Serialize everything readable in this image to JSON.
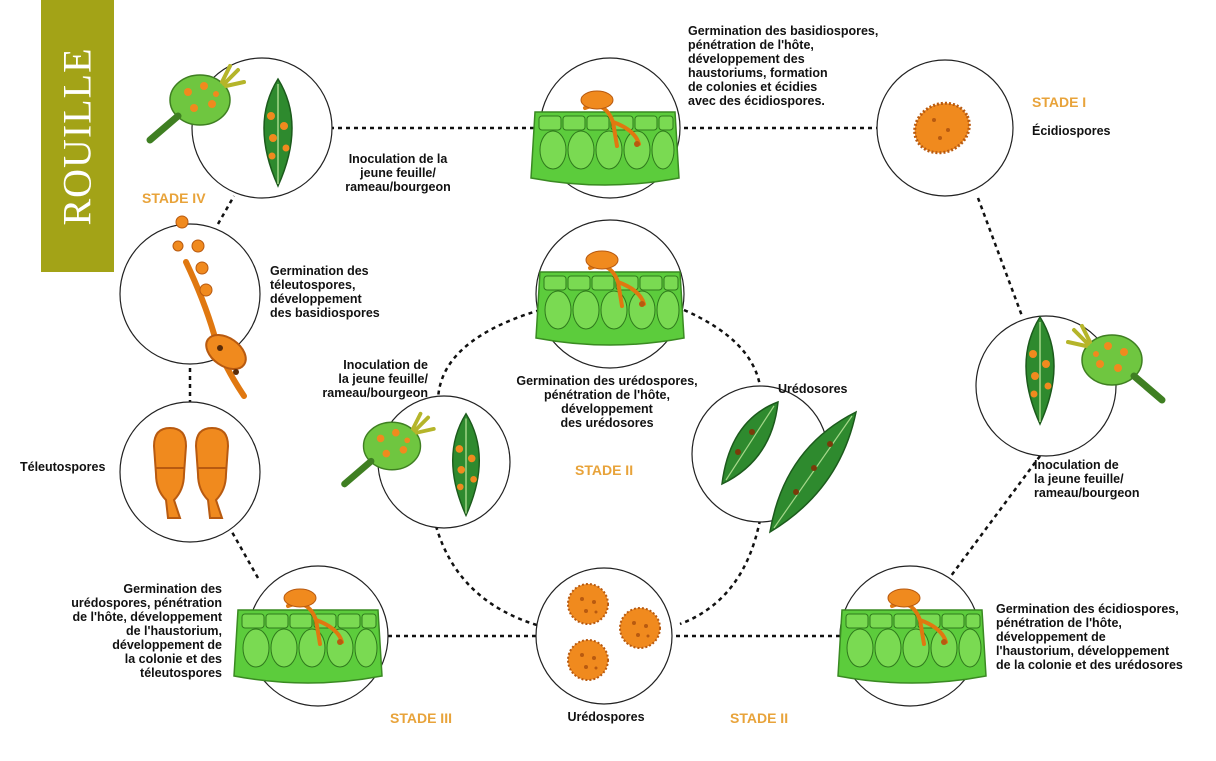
{
  "banner": {
    "title": "ROUILLE"
  },
  "stages": {
    "stage_1": "STADE I",
    "stage_2_center": "STADE II",
    "stage_2_bottom": "STADE II",
    "stage_3": "STADE III",
    "stage_4": "STADE IV"
  },
  "labels": {
    "basidiospore_germination": "Germination des basidiospores,\npénétration de l'hôte,\ndéveloppement des\nhaustoriums, formation\nde colonies et écidies\navec des écidiospores.",
    "ecidiospores": "Écidiospores",
    "inoculation_right": "Inoculation de\nla jeune feuille/\nrameau/bourgeon",
    "aeciospore_germination": "Germination des écidiospores,\npénétration de l'hôte,\ndéveloppement de\nl'haustorium, développement\nde la colonie et des urédosores",
    "uredospores": "Urédospores",
    "uredosores": "Urédosores",
    "uredospore_germination_center": "Germination des urédospores,\npénétration de l'hôte,\ndéveloppement\ndes urédosores",
    "inoculation_center": "Inoculation de\nla jeune feuille/\nrameau/bourgeon",
    "uredospore_germination_left": "Germination des\nurédospores, pénétration\nde l'hôte, développement\nde l'haustorium,\ndéveloppement de\nla colonie et des\ntéleutospores",
    "teleutospores": "Téleutospores",
    "teleutospore_germination": "Germination des\ntéleutospores,\ndéveloppement\ndes basidiospores",
    "inoculation_top": "Inoculation de la\njeune feuille/\nrameau/bourgeon"
  },
  "colors": {
    "banner": "#a3a317",
    "stage_text": "#e8a33a",
    "tissue_green": "#5ccc3c",
    "spore_orange": "#f08a1e",
    "leaf_green": "#2e8a2e"
  }
}
